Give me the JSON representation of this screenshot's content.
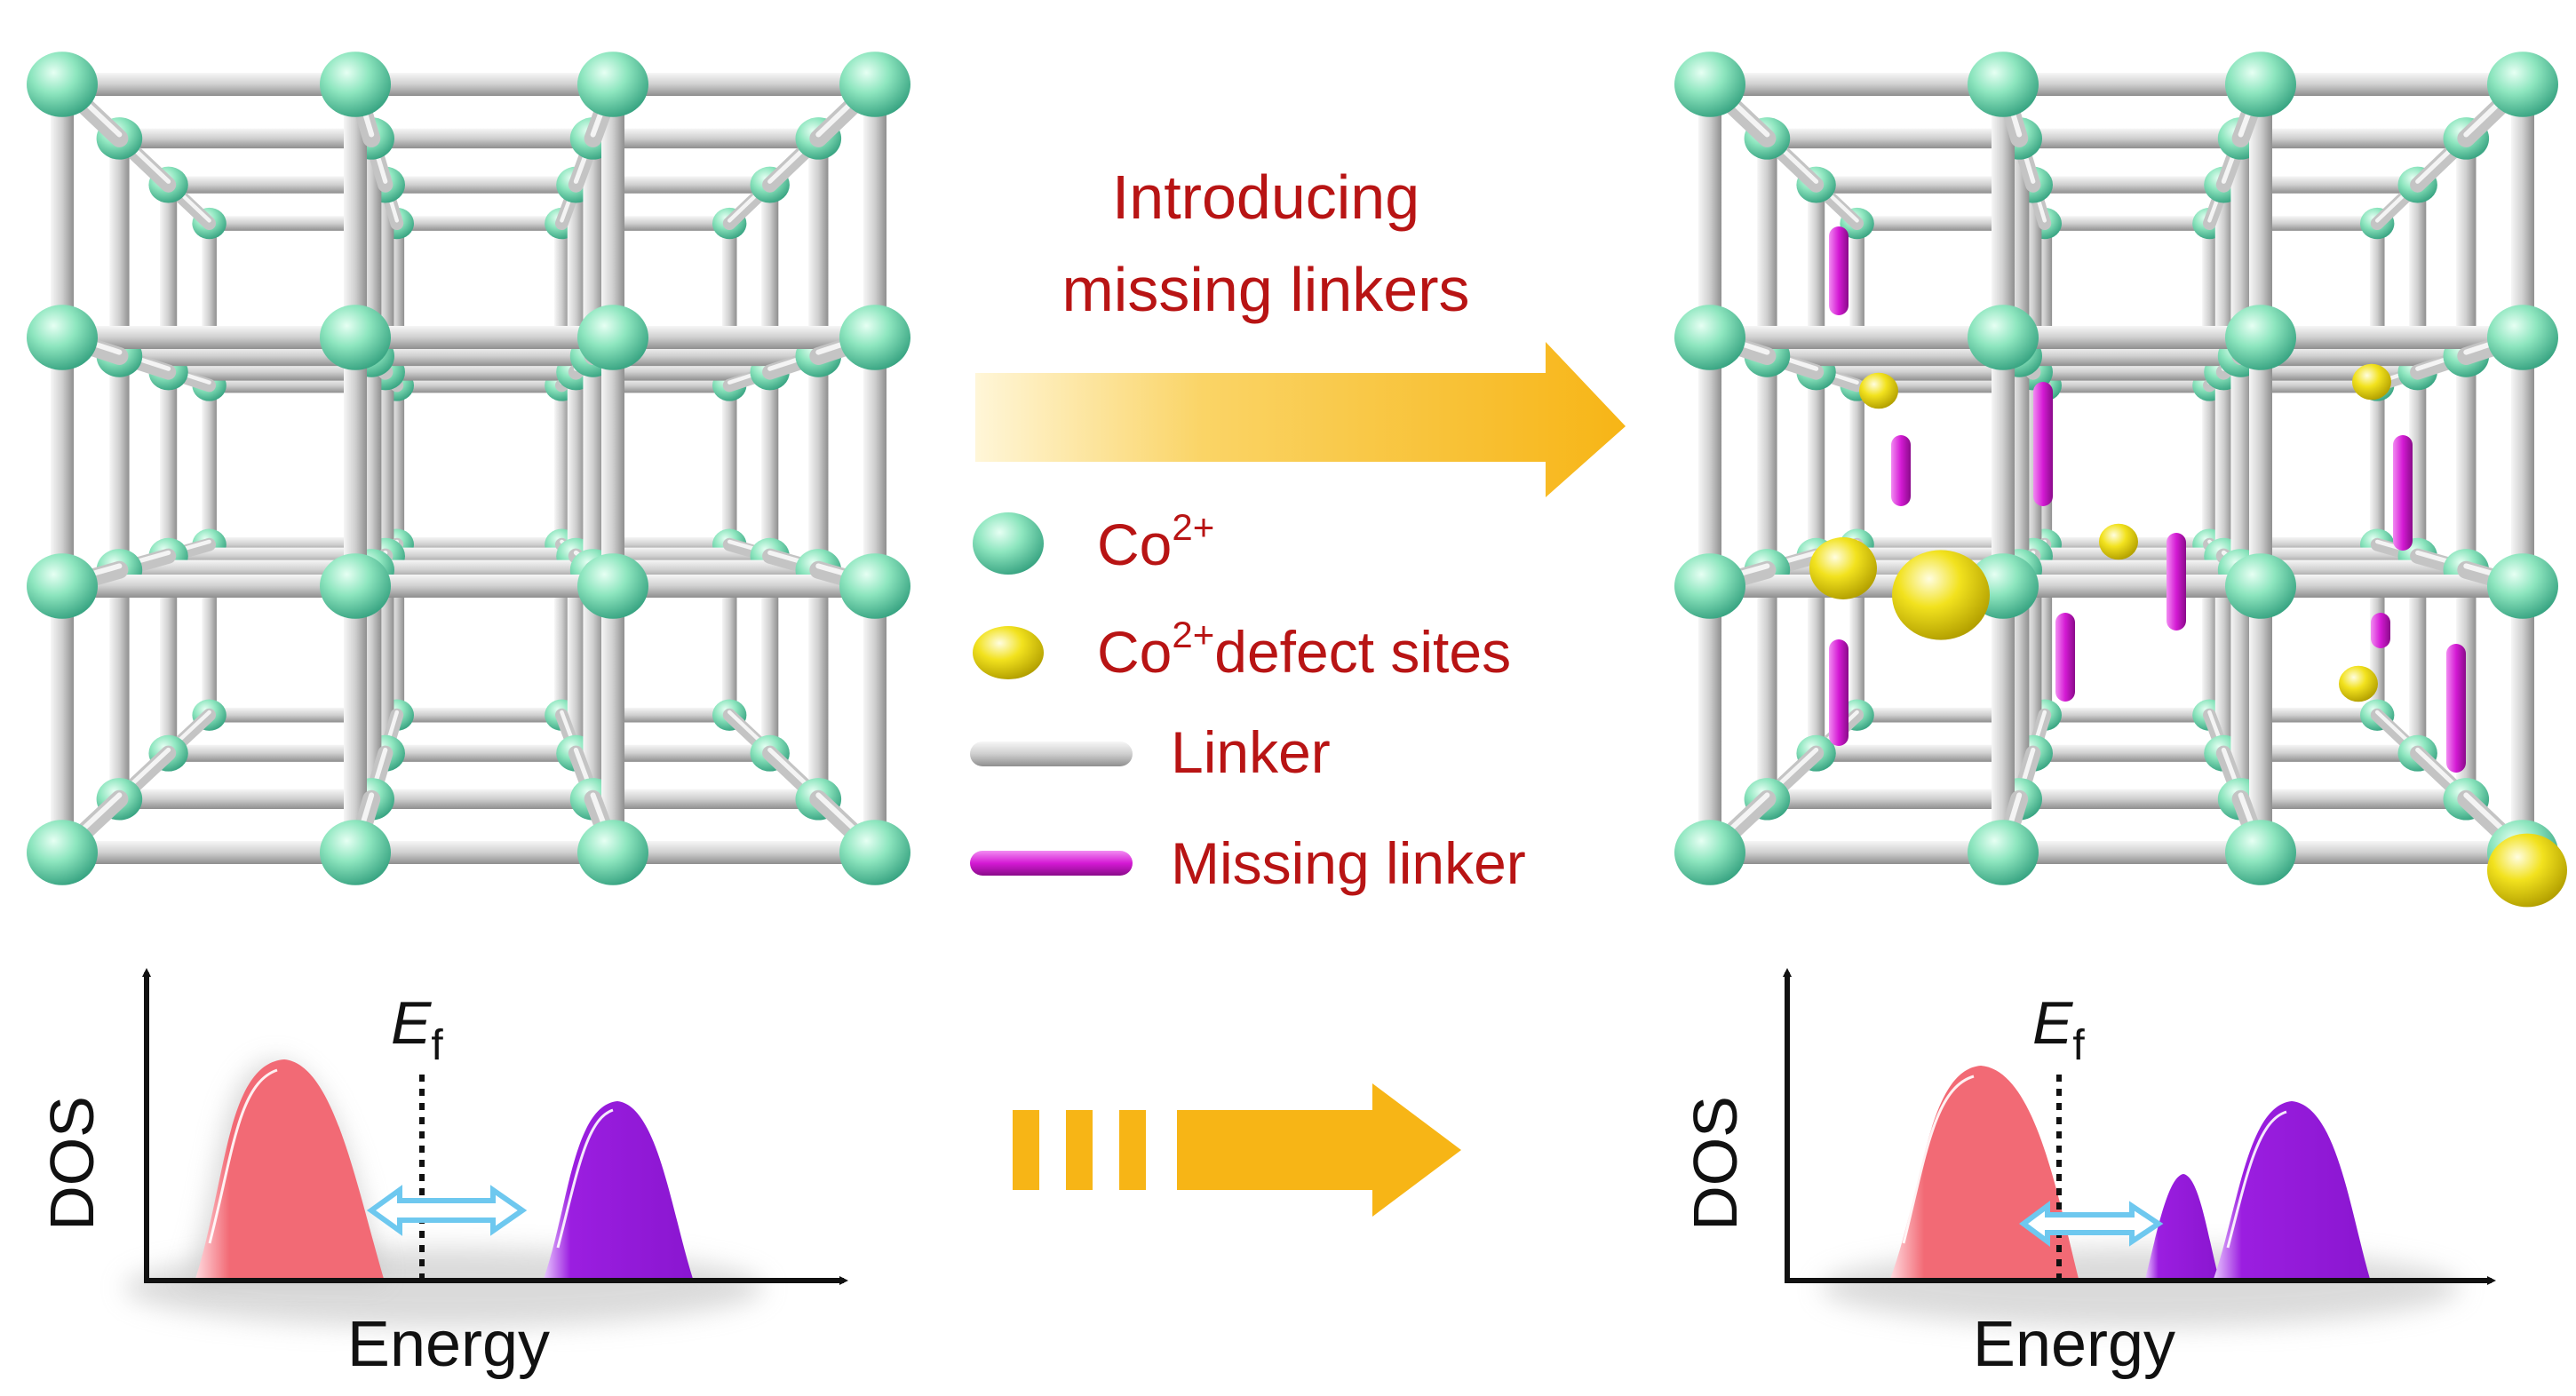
{
  "process": {
    "line1": "Introducing",
    "line2": "missing linkers"
  },
  "legend": {
    "co_prefix": "Co",
    "co_sup": "2+",
    "defect_prefix": "Co",
    "defect_sup": "2+",
    "defect_suffix": "defect sites",
    "linker": "Linker",
    "missing": "Missing linker"
  },
  "dos_left": {
    "ylabel": "DOS",
    "xlabel": "Energy",
    "ef_main": "E",
    "ef_sub": "f"
  },
  "dos_right": {
    "ylabel": "DOS",
    "xlabel": "Energy",
    "ef_main": "E",
    "ef_sub": "f"
  },
  "colors": {
    "co_sphere": "#8ee6bf",
    "defect_sphere": "#f2e21e",
    "linker": "#c9c9c9",
    "missing_linker": "#d41ad4",
    "valence_band": "#f26a75",
    "conduction_band": "#9b1ee0",
    "arrow": "#f7b516",
    "gap_arrow": "#6ec8ef",
    "label_text": "#b81414"
  }
}
